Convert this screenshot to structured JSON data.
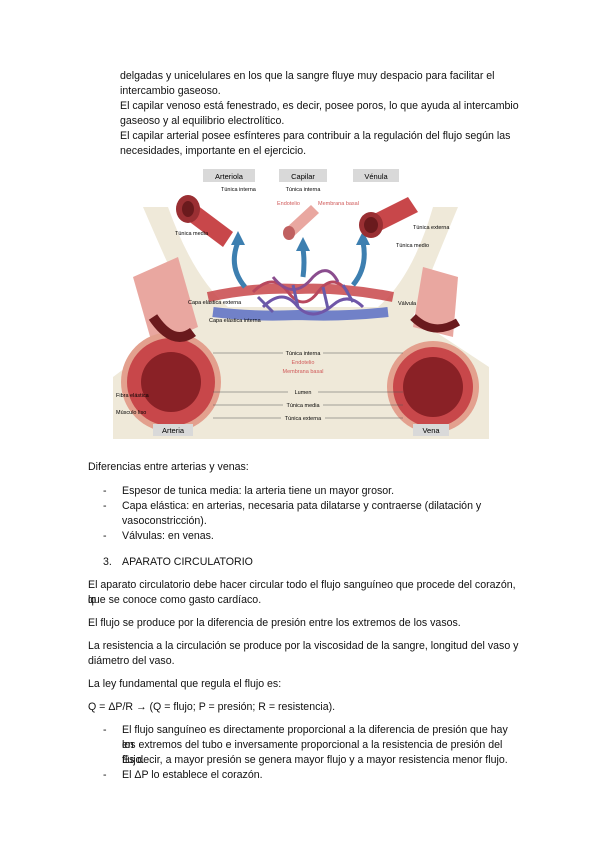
{
  "intro": {
    "line1": "delgadas y unicelulares en los que la sangre fluye muy despacio para facilitar el",
    "line2": "intercambio gaseoso.",
    "line3": "El capilar venoso está fenestrado, es decir, posee poros, lo que ayuda al intercambio",
    "line4": "gaseoso y al equilibrio electrolítico.",
    "line5": "El capilar arterial posee esfínteres para contribuir a la regulación del flujo según las",
    "line6": "necesidades, importante en el ejercicio."
  },
  "figure": {
    "top_labels": [
      "Arteriola",
      "Capilar",
      "Vénula"
    ],
    "bottom_labels": [
      "Arteria",
      "Vena"
    ],
    "arteriola_labels": [
      "Túnica interna",
      "Túnica media"
    ],
    "capilar_labels": [
      "Túnica interna",
      "Endotelio",
      "Membrana basal"
    ],
    "venula_labels": [
      "Túnica externa",
      "Túnica medio"
    ],
    "left_labels": [
      "Capa elástica externa",
      "Capa elástica interna",
      "Fibra elástica",
      "Músculo liso"
    ],
    "right_labels": [
      "Válvula"
    ],
    "center_labels": [
      "Túnica interna",
      "Endotelio",
      "Membrana basal",
      "Lumen",
      "Túnica media",
      "Túnica externa"
    ]
  },
  "differences": {
    "heading": "Diferencias entre arterias y venas:",
    "items": [
      {
        "dash": "-",
        "lines": [
          "Espesor de tunica media: la arteria tiene un mayor grosor."
        ]
      },
      {
        "dash": "-",
        "lines": [
          "Capa elástica: en arterias, necesaria pata dilatarse y contraerse (dilatación y",
          "vasoconstricción)."
        ]
      },
      {
        "dash": "-",
        "lines": [
          "Válvulas: en venas."
        ]
      }
    ]
  },
  "section": {
    "number": "3.",
    "title": "APARATO CIRCULATORIO"
  },
  "paragraphs": {
    "p1_l1": "El aparato circulatorio debe hacer circular todo el flujo sanguíneo que procede del corazón, lo",
    "p1_l2": "que se conoce como gasto cardíaco.",
    "p2": "El flujo se produce por la diferencia de presión entre los extremos de los vasos.",
    "p3_l1": "La resistencia a la circulación se produce por la viscosidad de la sangre, longitud del vaso y",
    "p3_l2": "diámetro del vaso.",
    "p4": "La ley fundamental que regula el flujo es:",
    "p5": "Q = ΔP/R → (Q = flujo; P = presión; R = resistencia)."
  },
  "law_items": [
    {
      "dash": "-",
      "lines": [
        "El flujo sanguíneo es directamente proporcional a la diferencia de presión que hay en",
        "los extremos del tubo e inversamente proporcional a la resistencia de presión del flujo.",
        "Es decir, a mayor presión se genera mayor flujo y a mayor resistencia menor flujo."
      ]
    },
    {
      "dash": "-",
      "lines": [
        "El ΔP lo establece el corazón."
      ]
    }
  ],
  "colors": {
    "vessel_red": "#c8474a",
    "vessel_pink": "#e9a7a0",
    "vein_blue": "#5a6fc4",
    "arrow_blue": "#3d7fb0",
    "label_bg": "#d9d9d9",
    "tissue_bg": "#efe9d9"
  }
}
